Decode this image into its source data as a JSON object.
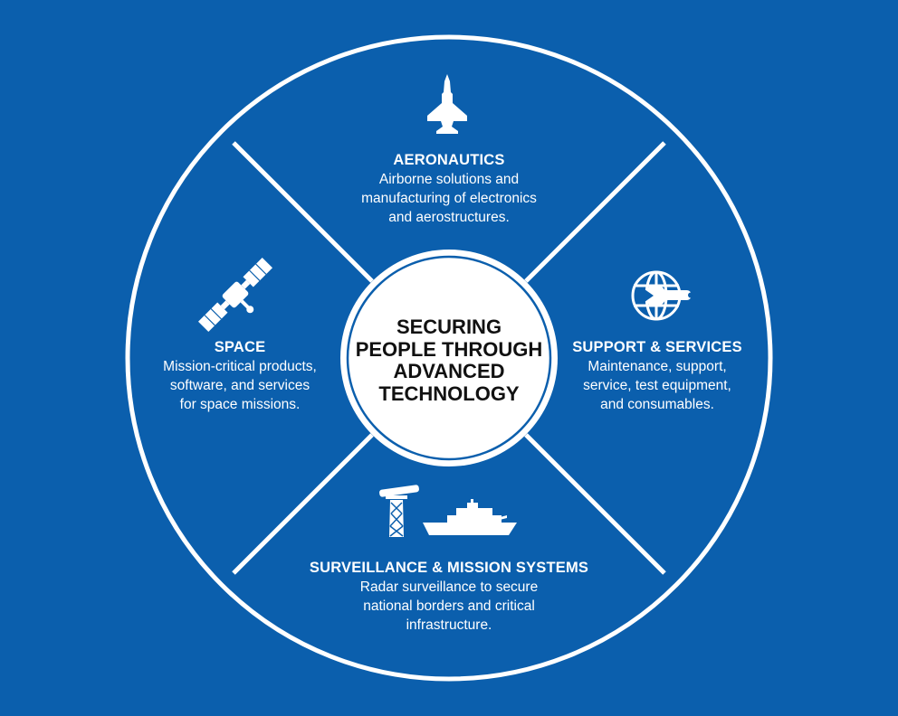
{
  "colors": {
    "background": "#0b5fad",
    "ring": "#ffffff",
    "center_fill": "#ffffff",
    "center_text": "#111111"
  },
  "center": {
    "lines": [
      "SECURING",
      "PEOPLE THROUGH",
      "ADVANCED",
      "TECHNOLOGY"
    ]
  },
  "segments": {
    "aeronautics": {
      "title": "AERONAUTICS",
      "description": [
        "Airborne solutions and",
        "manufacturing of electronics",
        "and aerostructures."
      ],
      "icon": "fighter-jet-icon"
    },
    "space": {
      "title": "SPACE",
      "description": [
        "Mission-critical products,",
        "software, and services",
        "for space missions."
      ],
      "icon": "satellite-icon"
    },
    "support": {
      "title": "SUPPORT & SERVICES",
      "description": [
        "Maintenance, support,",
        "service, test equipment,",
        "and consumables."
      ],
      "icon": "globe-wrench-icon"
    },
    "surveillance": {
      "title": "SURVEILLANCE & MISSION SYSTEMS",
      "description": [
        "Radar surveillance to secure",
        "national borders and critical",
        "infrastructure."
      ],
      "icons": [
        "radar-tower-icon",
        "warship-icon"
      ]
    }
  }
}
